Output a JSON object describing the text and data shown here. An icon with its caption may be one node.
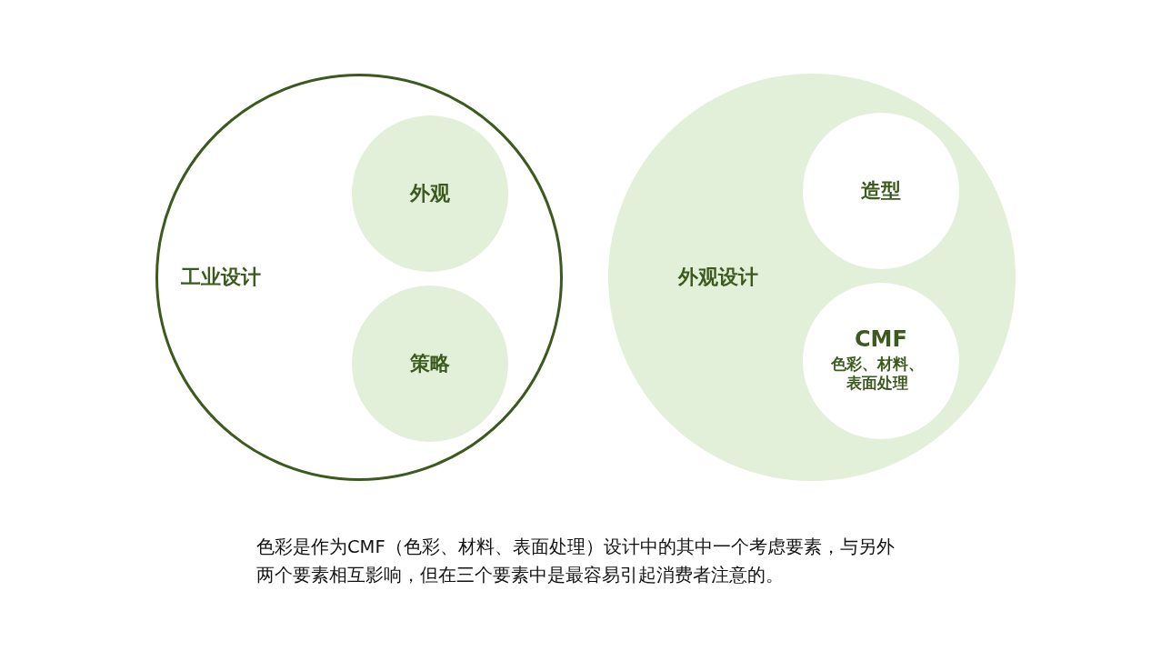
{
  "diagram": {
    "caption": "色彩是作为CMF（色彩、材料、表面处理）设计中的其中一个考虑要素，与另外两个要素相互影响，但在三个要素中是最容易引起消费者注意的。",
    "nodes": [
      {
        "text": [
          "工业设计"
        ]
      },
      {
        "text": [
          "外观"
        ],
        "in": 0
      },
      {
        "text": [
          "策略"
        ],
        "in": 0
      },
      {
        "text": [
          "外观设计"
        ]
      },
      {
        "text": [
          "造型"
        ],
        "in": 3
      },
      {
        "text": [
          "CMF",
          "色彩、材料、表面处理"
        ],
        "in": 3
      }
    ],
    "edges": []
  }
}
